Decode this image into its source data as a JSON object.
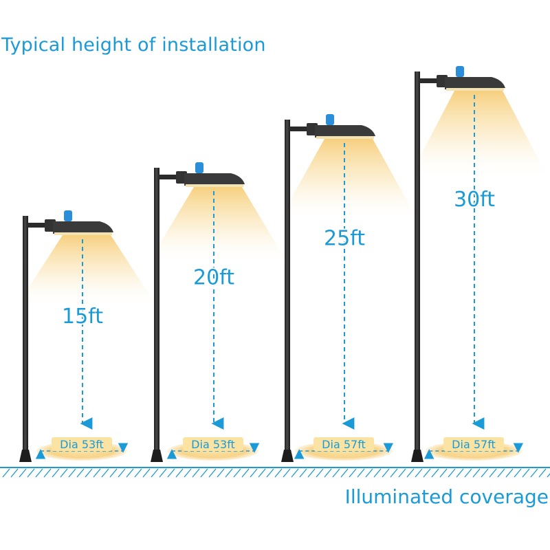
{
  "title": "Typical height of installation",
  "footer": "Illuminated coverage",
  "colors": {
    "accent": "#1a9ad6",
    "pole": "#2b2b2b",
    "light_warm": "#f7d58a",
    "sensor": "#2a8fd8"
  },
  "icons": [
    "street-lamp-icon",
    "photocell-sensor-icon",
    "down-arrow-icon",
    "light-cone-icon",
    "ground-hatch-icon"
  ],
  "poles": [
    {
      "height": "15ft",
      "height_value": 15,
      "coverage": "Dia 53ft",
      "coverage_value": 53
    },
    {
      "height": "20ft",
      "height_value": 20,
      "coverage": "Dia 53ft",
      "coverage_value": 53
    },
    {
      "height": "25ft",
      "height_value": 25,
      "coverage": "Dia 57ft",
      "coverage_value": 57
    },
    {
      "height": "30ft",
      "height_value": 30,
      "coverage": "Dia 57ft",
      "coverage_value": 57
    }
  ]
}
